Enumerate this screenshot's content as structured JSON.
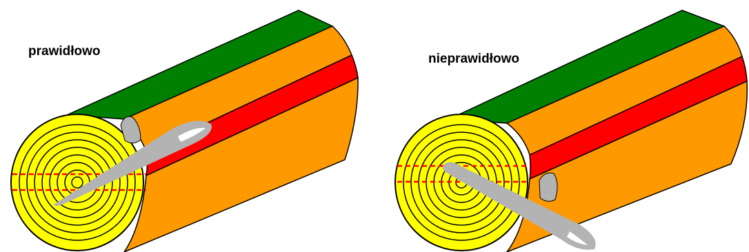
{
  "labels": {
    "correct": "prawidłowo",
    "incorrect": "nieprawidłowo"
  },
  "colors": {
    "green": "#008000",
    "orange": "#ff9900",
    "red": "#ff0000",
    "wood": "#ffff00",
    "needle": "#b3b3b3",
    "dash": "#ff0000",
    "outline": "#000000"
  },
  "diagrams": [
    {
      "name": "correct",
      "caption_key": "correct"
    },
    {
      "name": "incorrect",
      "caption_key": "incorrect"
    }
  ]
}
